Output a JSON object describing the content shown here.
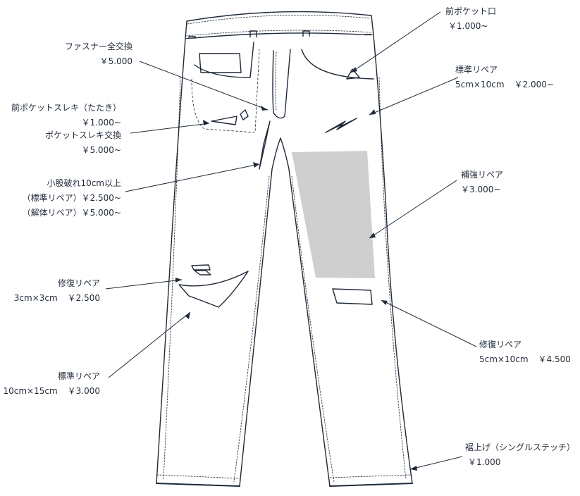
{
  "labels": {
    "front_pocket_mouth": {
      "title": "前ポケット口",
      "price": "￥1.000~"
    },
    "zipper": {
      "title": "ファスナー全交換",
      "price": "￥5.000"
    },
    "pocket_scrape": {
      "title": "前ポケットスレキ（たたき）",
      "price": "￥1.000~"
    },
    "pocket_cloth": {
      "title": "ポケットスレキ交換",
      "price": "￥5.000~"
    },
    "std_repair_a": {
      "title": "標準リペア",
      "size": "5cm×10cm",
      "price": "￥2.000~"
    },
    "reinforce": {
      "title": "補強リペア",
      "price": "￥3.000~"
    },
    "crotch": {
      "title": "小股破れ10cm以上",
      "line2": "（標準リペア）￥2.500~",
      "line3": "（解体リペア）￥5.000~"
    },
    "repair_small": {
      "title": "修復リペア",
      "size": "3cm×3cm",
      "price": "￥2.500"
    },
    "repair_large": {
      "title": "修復リペア",
      "size": "5cm×10cm",
      "price": "￥4.500"
    },
    "std_repair_b": {
      "title": "標準リペア",
      "size": "10cm×15cm",
      "price": "￥3.000"
    },
    "hem": {
      "title": "裾上げ（シングルステッチ）",
      "price": "￥1.000"
    }
  },
  "colors": {
    "line": "#1f2a38",
    "text": "#1f2a38",
    "patch": "#cfcfcf"
  }
}
